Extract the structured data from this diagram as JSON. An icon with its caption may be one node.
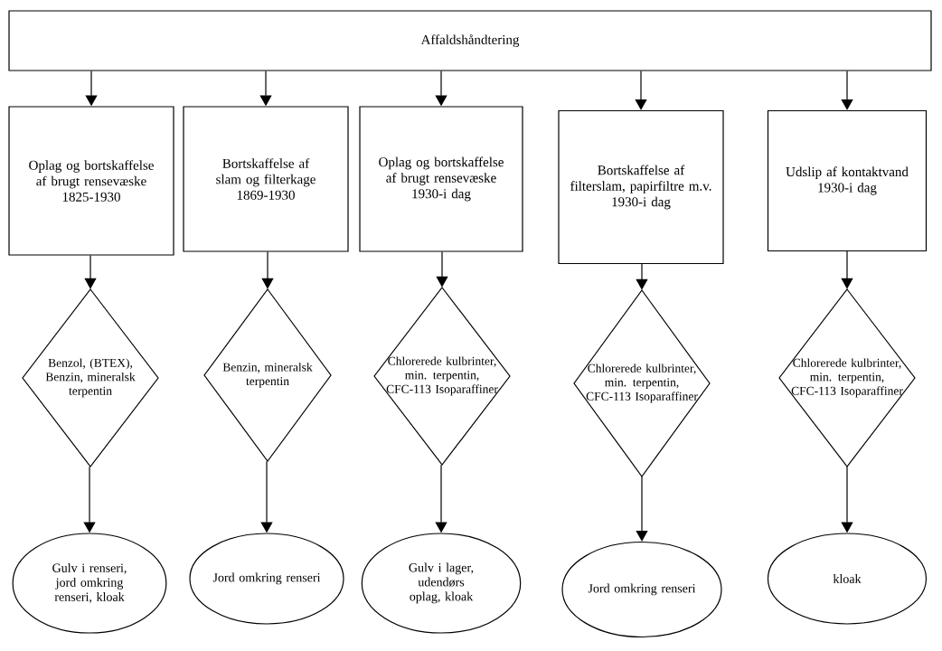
{
  "diagram": {
    "nodes": [
      {
        "text": [
          "Affaldshåndtering"
        ]
      },
      {
        "text": [
          "Oplag og bortskaffelse af brugt rensevæske",
          "1825-1930"
        ]
      },
      {
        "text": [
          "Bortskaffelse af slam og filterkage",
          "1869-1930"
        ]
      },
      {
        "text": [
          "Oplag og bortskaffelse af brugt rensevæske",
          "1930-i dag"
        ]
      },
      {
        "text": [
          "Bortskaffelse af filterslam, papirfiltre m.v.",
          "1930-i dag"
        ]
      },
      {
        "text": [
          "Udslip af kontaktvand",
          "1930-i dag"
        ]
      },
      {
        "text": [
          "Benzol, (BTEX), Benzin, mineralsk terpentin"
        ]
      },
      {
        "text": [
          "Benzin, mineralsk terpentin"
        ]
      },
      {
        "text": [
          "Chlorerede kulbrinter, min. terpentin, CFC-113 Isoparaffiner"
        ]
      },
      {
        "text": [
          "Chlorerede kulbrinter, min. terpentin, CFC-113 Isoparaffiner"
        ]
      },
      {
        "text": [
          "Chlorerede kulbrinter, min. terpentin, CFC-113 Isoparaffiner"
        ]
      },
      {
        "text": [
          "Gulv i renseri, jord omkring renseri, kloak"
        ]
      },
      {
        "text": [
          "Jord omkring renseri"
        ]
      },
      {
        "text": [
          "Gulv i lager, udendørs oplag, kloak"
        ]
      },
      {
        "text": [
          "Jord omkring renseri"
        ]
      },
      {
        "text": [
          "kloak"
        ]
      }
    ],
    "edges": [
      {
        "from": 0,
        "to": 1,
        "arrow": "to"
      },
      {
        "from": 0,
        "to": 2,
        "arrow": "to"
      },
      {
        "from": 0,
        "to": 3,
        "arrow": "to"
      },
      {
        "from": 0,
        "to": 4,
        "arrow": "to"
      },
      {
        "from": 0,
        "to": 5,
        "arrow": "to"
      },
      {
        "from": 1,
        "to": 6,
        "arrow": "to"
      },
      {
        "from": 2,
        "to": 7,
        "arrow": "to"
      },
      {
        "from": 3,
        "to": 8,
        "arrow": "to"
      },
      {
        "from": 4,
        "to": 9,
        "arrow": "to"
      },
      {
        "from": 5,
        "to": 10,
        "arrow": "to"
      },
      {
        "from": 6,
        "to": 11,
        "arrow": "to"
      },
      {
        "from": 7,
        "to": 12,
        "arrow": "to"
      },
      {
        "from": 8,
        "to": 13,
        "arrow": "to"
      },
      {
        "from": 9,
        "to": 14,
        "arrow": "to"
      },
      {
        "from": 10,
        "to": 15,
        "arrow": "to"
      }
    ]
  }
}
